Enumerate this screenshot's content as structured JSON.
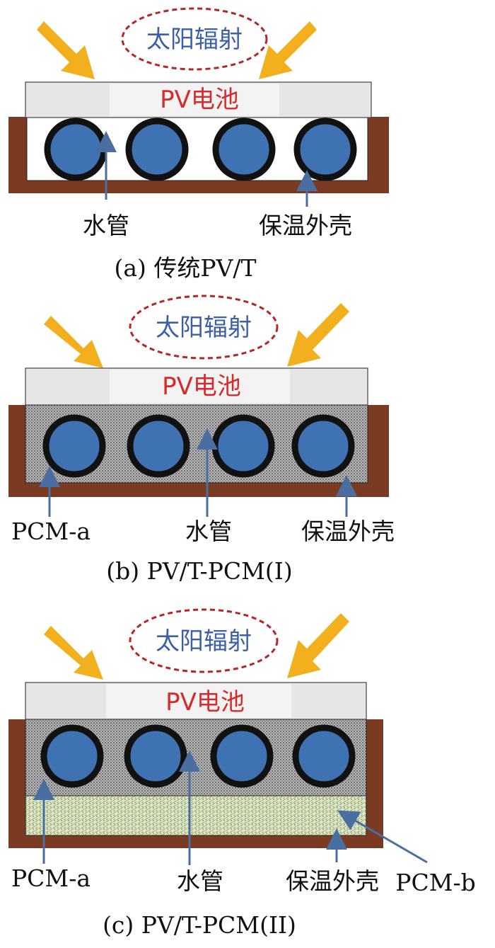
{
  "panels": [
    {
      "id": "a",
      "sun_label": "太阳辐射",
      "pv_label": "PV电池",
      "labels": {
        "pipe": "水管",
        "shell": "保温外壳"
      },
      "caption": "(a) 传统PV/T"
    },
    {
      "id": "b",
      "sun_label": "太阳辐射",
      "pv_label": "PV电池",
      "labels": {
        "pcm_a": "PCM-a",
        "pipe": "水管",
        "shell": "保温外壳"
      },
      "caption": "(b) PV/T-PCM(I)"
    },
    {
      "id": "c",
      "sun_label": "太阳辐射",
      "pv_label": "PV电池",
      "labels": {
        "pcm_a": "PCM-a",
        "pipe": "水管",
        "shell": "保温外壳",
        "pcm_b": "PCM-b"
      },
      "caption": "(c) PV/T-PCM(II)"
    }
  ],
  "colors": {
    "arrow": "#f2b01e",
    "ellipse": "#b3262a",
    "shell": "#7a3b22",
    "pipe_fill": "#3f72b3",
    "pipe_ring": "#111111",
    "pv_panel": "#e6e6e6",
    "pointer": "#4a6ea0"
  }
}
